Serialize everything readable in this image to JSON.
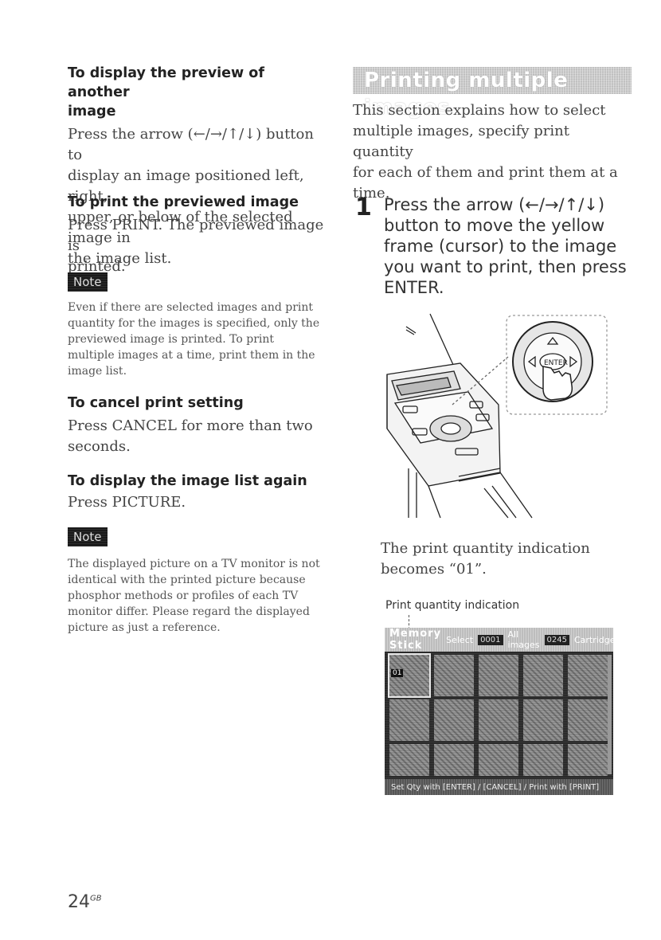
{
  "left": {
    "sec1": {
      "heading_line1": "To display the preview of another",
      "heading_line2": "image",
      "body": [
        "Press the arrow (←/→/↑/↓) button to",
        "display an image positioned left, right,",
        "upper, or below of the selected image in",
        "the image list."
      ]
    },
    "sec2": {
      "heading": "To print the previewed image",
      "body": [
        "Press PRINT. The previewed image is",
        "printed."
      ]
    },
    "note1": {
      "badge": "Note",
      "body": [
        "Even if there are selected images and print",
        "quantity for the images is specified, only the",
        "previewed image is printed. To print",
        "multiple images at a time, print them in the",
        "image list."
      ]
    },
    "sec3": {
      "heading": "To cancel print setting",
      "body": [
        "Press CANCEL for more than two",
        "seconds."
      ]
    },
    "sec4": {
      "heading": "To display the image list again",
      "body": [
        "Press PICTURE."
      ]
    },
    "note2": {
      "badge": "Note",
      "body": [
        "The displayed picture on a TV monitor is not",
        "identical with the printed picture because",
        "phosphor methods or profiles of each TV",
        "monitor differ. Please regard the displayed",
        "picture as just a reference."
      ]
    }
  },
  "right": {
    "banner": "Printing multiple images",
    "intro": [
      "This section explains how to select",
      "multiple images, specify print quantity",
      "for each of them and print them at a",
      "time."
    ],
    "step1": {
      "number": "1",
      "text": [
        "Press the arrow (←/→/↑/↓)",
        "button to move the yellow",
        "frame (cursor) to the image",
        "you want to print, then press",
        "ENTER."
      ]
    },
    "illustration": {
      "enter_label": "ENTER"
    },
    "result": [
      "The print quantity indication",
      "becomes “01”."
    ],
    "caption": "Print quantity indication",
    "screen": {
      "title": "Memory Stick",
      "select_label": "Select",
      "select_count": "0001",
      "all_label": "All images",
      "all_count": "0245",
      "cartridge_label": "Cartridge",
      "qty_badge": "01",
      "footer": "Set Qty with [ENTER] / [CANCEL] / Print with [PRINT]"
    }
  },
  "page": {
    "number": "24",
    "suffix": "GB"
  }
}
